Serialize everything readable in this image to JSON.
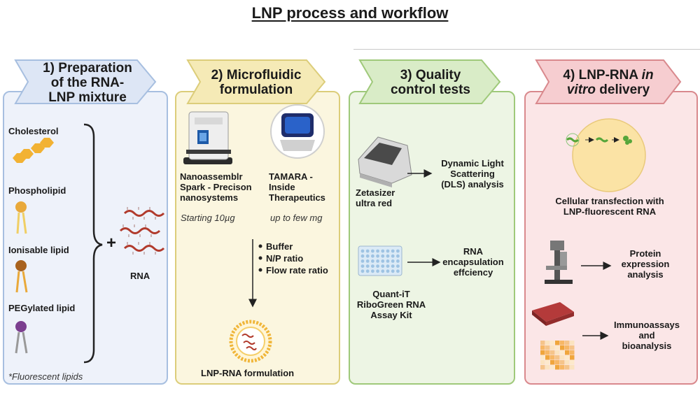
{
  "title": "LNP process and workflow",
  "step1": {
    "header_line1": "1) Preparation",
    "header_line2": "of the RNA-",
    "header_line3": "LNP mixture",
    "lipids": [
      "Cholesterol",
      "Phospholipid",
      "Ionisable lipid",
      "PEGylated lipid"
    ],
    "plus": "+",
    "rna": "RNA",
    "footnote": "*Fluorescent lipids"
  },
  "step2": {
    "header_line1": "2) Microfluidic",
    "header_line2": "formulation",
    "device1_line1": "Nanoassemblr",
    "device1_line2": "Spark - Precison",
    "device1_line3": "nanosystems",
    "device1_scale": "Starting 10µg",
    "device2_line1": "TAMARA -",
    "device2_line2": "Inside",
    "device2_line3": "Therapeutics",
    "device2_scale": "up to few mg",
    "params": [
      "Buffer",
      "N/P ratio",
      "Flow rate ratio"
    ],
    "output": "LNP-RNA formulation"
  },
  "step3": {
    "header_line1": "3) Quality",
    "header_line2": "control tests",
    "instrument1_line1": "Zetasizer",
    "instrument1_line2": "ultra red",
    "test1_line1": "Dynamic Light",
    "test1_line2": "Scattering",
    "test1_line3": "(DLS) analysis",
    "instrument2_line1": "Quant-iT",
    "instrument2_line2": "RiboGreen RNA",
    "instrument2_line3": "Assay Kit",
    "test2_line1": "RNA",
    "test2_line2": "encapsulation",
    "test2_line3": "effciency"
  },
  "step4": {
    "header_line1_a": "4) LNP-RNA ",
    "header_line1_b": "in",
    "header_line2_a": "vitro",
    "header_line2_b": " delivery",
    "transfection_line1": "Cellular transfection with",
    "transfection_line2": "LNP-fluorescent RNA",
    "analysis1_line1": "Protein",
    "analysis1_line2": "expression",
    "analysis1_line3": "analysis",
    "analysis2_line1": "Immunoassays",
    "analysis2_line2": "and",
    "analysis2_line3": "bioanalysis"
  },
  "colors": {
    "panel1_fill": "#eef2fa",
    "panel1_border": "#a7bfe0",
    "panel2_fill": "#fbf6df",
    "panel2_border": "#dccd7a",
    "panel3_fill": "#edf5e4",
    "panel3_border": "#9fc97a",
    "panel4_fill": "#fbe6e7",
    "panel4_border": "#d9898d",
    "cholesterol": "#f2b233",
    "phospholipid": "#e9a93a",
    "ionisable": "#a8621e",
    "pegylated": "#7b3f8f",
    "rna": "#b13a2c"
  }
}
